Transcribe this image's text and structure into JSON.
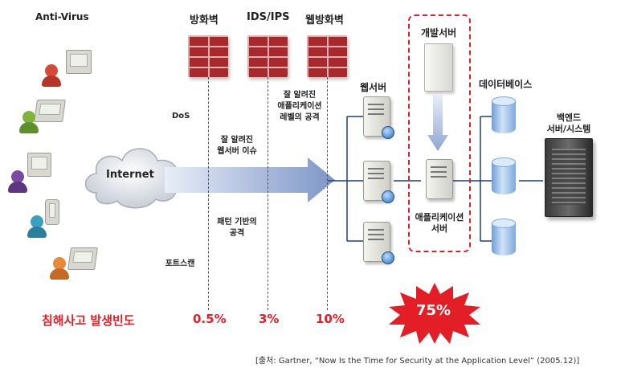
{
  "labels": {
    "antivirus": "Anti-Virus",
    "firewall": "방화벽",
    "ids_ips": "IDS/IPS",
    "web_firewall": "웹방화벽",
    "dev_server": "개발서버",
    "web_server": "웹서버",
    "database": "데이터베이스",
    "backend": "백엔드\n서버/시스템",
    "internet": "Internet",
    "app_server": "애플리케이션\n서버"
  },
  "attacks": {
    "dos": "DoS",
    "known_app": "잘 알려진\n애플리케이션\n레벨의 공격",
    "known_web": "잘 알려진\n웹서버 이슈",
    "pattern": "패턴 기반의\n공격",
    "portscan": "포트스캔"
  },
  "frequency": {
    "label": "침해사고 발생빈도",
    "firewall_pct": "0.5%",
    "ids_pct": "3%",
    "webfw_pct": "10%",
    "app_pct": "75%"
  },
  "source": "[출처: Gartner, “Now Is the Time for Security at the Application Level” (2005.12)]",
  "colors": {
    "accent_red": "#e41e26",
    "arrow_blue": "#8fa6d4",
    "wall_red": "#a8282c"
  }
}
